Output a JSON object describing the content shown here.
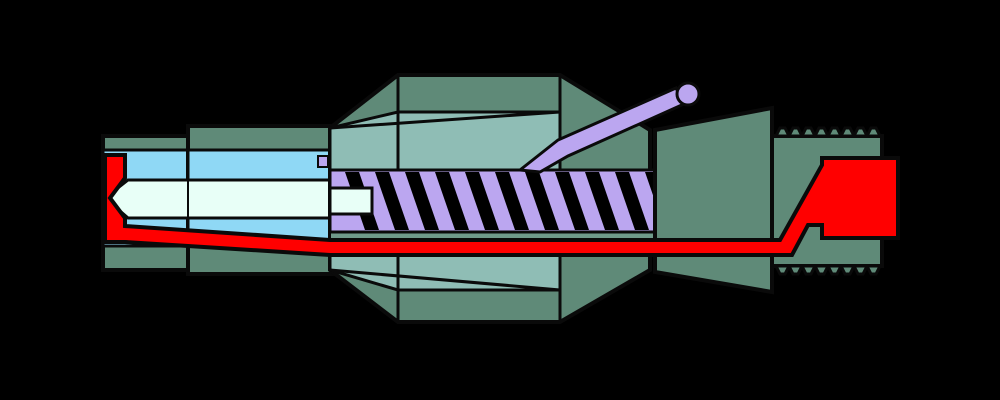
{
  "colors": {
    "background": "#000000",
    "outline": "#0a0a0a",
    "body_dark": "#5f8a78",
    "body_mid": "#6f9a8a",
    "body_light": "#8fbdb5",
    "sleeve_blue": "#8fd8f5",
    "core_white": "#e8fff7",
    "spiral_purple": "#bba6f0",
    "wire_red": "#ff0000"
  },
  "parts": [
    {
      "id": "front-sleeve",
      "icon": "sleeve-shape"
    },
    {
      "id": "inner-tube",
      "icon": "tube-shape"
    },
    {
      "id": "central-body",
      "icon": "hexagon-body-shape"
    },
    {
      "id": "spiral-coil",
      "icon": "coil-shape"
    },
    {
      "id": "angled-rod",
      "icon": "rod-with-ball-shape"
    },
    {
      "id": "rear-collar",
      "icon": "collar-shape"
    },
    {
      "id": "threaded-end",
      "icon": "threaded-stub-shape"
    },
    {
      "id": "red-wire",
      "icon": "wire-path-shape"
    }
  ]
}
